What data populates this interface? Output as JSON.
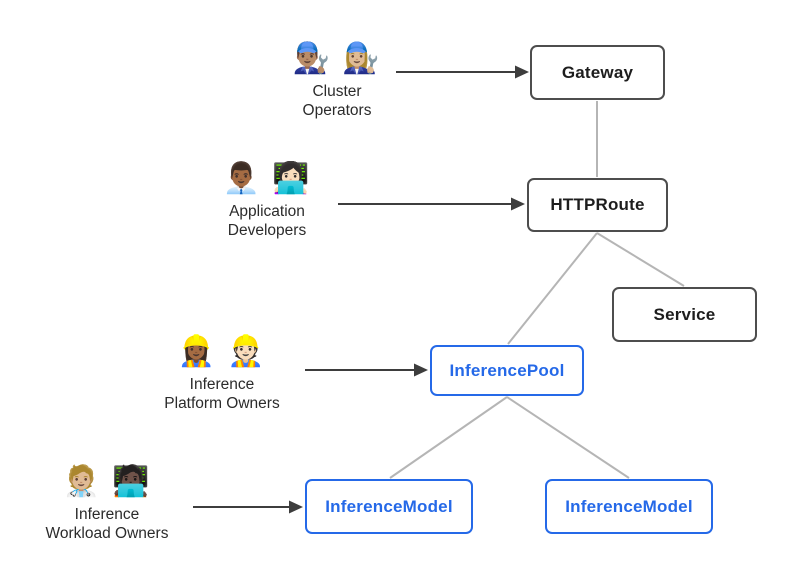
{
  "colors": {
    "accent_blue": "#2569e8",
    "core_border": "#4d4d4d",
    "connector_gray": "#b5b5b5",
    "arrow_dark": "#3d3d3d",
    "node_text_dark": "#1d1d1d",
    "label_text": "#2b2b2b",
    "background": "#ffffff"
  },
  "actors": [
    {
      "emojis": "👨🏽‍🔧 👩🏼‍🔧",
      "line1": "Cluster",
      "line2": "Operators"
    },
    {
      "emojis": "👨🏾‍💼 👩🏻‍💻",
      "line1": "Application",
      "line2": "Developers"
    },
    {
      "emojis": "👷🏾‍♀️ 👷🏻",
      "line1": "Inference",
      "line2": "Platform Owners"
    },
    {
      "emojis": "🧑🏼‍⚕️ 🧑🏿‍💻",
      "line1": "Inference",
      "line2": "Workload Owners"
    }
  ],
  "nodes": [
    {
      "label": "Gateway",
      "type": "core"
    },
    {
      "label": "HTTPRoute",
      "type": "core"
    },
    {
      "label": "Service",
      "type": "core"
    },
    {
      "label": "InferencePool",
      "type": "extension"
    },
    {
      "label": "InferenceModel",
      "type": "extension"
    },
    {
      "label": "InferenceModel",
      "type": "extension"
    }
  ],
  "edges": [
    {
      "from": "Cluster Operators",
      "to": "Gateway",
      "style": "arrow"
    },
    {
      "from": "Application Developers",
      "to": "HTTPRoute",
      "style": "arrow"
    },
    {
      "from": "Inference Platform Owners",
      "to": "InferencePool",
      "style": "arrow"
    },
    {
      "from": "Inference Workload Owners",
      "to": "InferenceModel",
      "style": "arrow"
    },
    {
      "from": "Gateway",
      "to": "HTTPRoute",
      "style": "line"
    },
    {
      "from": "HTTPRoute",
      "to": "InferencePool",
      "style": "line"
    },
    {
      "from": "HTTPRoute",
      "to": "Service",
      "style": "line"
    },
    {
      "from": "InferencePool",
      "to": "InferenceModel",
      "style": "line"
    },
    {
      "from": "InferencePool",
      "to": "InferenceModel 2",
      "style": "line"
    }
  ]
}
